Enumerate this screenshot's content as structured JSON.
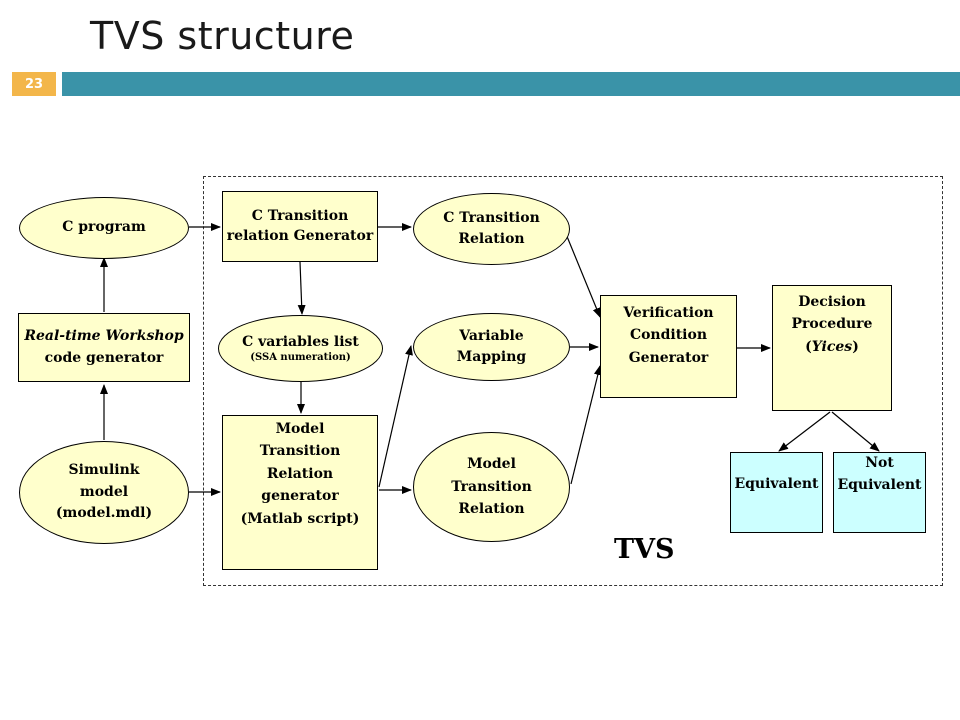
{
  "slide": {
    "title": "TVS structure",
    "number": "23"
  },
  "nodes": {
    "c_program": "C program",
    "rtw_line1": "Real-time Workshop",
    "rtw_line2": "code generator",
    "simulink_line1": "Simulink",
    "simulink_line2": "model",
    "simulink_line3": "(model.mdl)",
    "ctrg_line1": "C Transition",
    "ctrg_line2": "relation Generator",
    "cvars_line1": "C variables list",
    "cvars_line2": "(SSA numeration)",
    "mtrg_line1": "Model",
    "mtrg_line2": "Transition",
    "mtrg_line3": "Relation",
    "mtrg_line4": "generator",
    "mtrg_line5": "(Matlab script)",
    "ctr_line1": "C Transition",
    "ctr_line2": "Relation",
    "vm_line1": "Variable",
    "vm_line2": "Mapping",
    "mtr_line1": "Model",
    "mtr_line2": "Transition",
    "mtr_line3": "Relation",
    "vcg_line1": "Verification",
    "vcg_line2": "Condition",
    "vcg_line3": "Generator",
    "dp_line1": "Decision",
    "dp_line2": "Procedure",
    "dp_line3_open": "(",
    "dp_line3_italic": "Yices",
    "dp_line3_close": ")",
    "equivalent": "Equivalent",
    "not_line1": "Not",
    "not_line2": "Equivalent"
  },
  "tvs_label": "TVS",
  "colors": {
    "node_fill": "#ffffcc",
    "result_fill": "#ccffff",
    "title_bar": "#3a93a8",
    "slide_number_bg": "#f3b64a"
  }
}
